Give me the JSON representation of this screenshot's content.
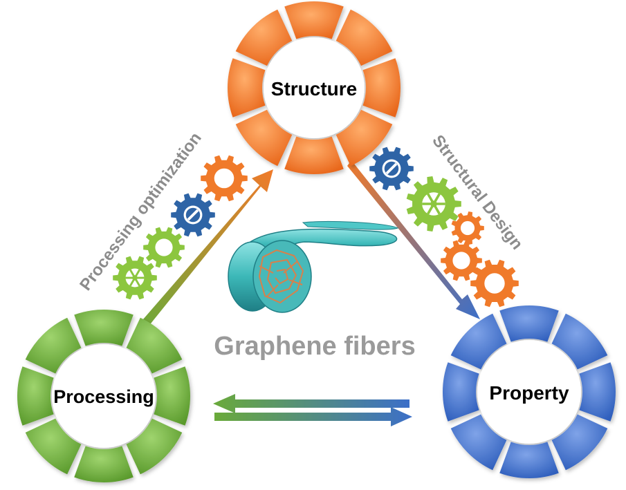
{
  "nodes": {
    "structure": {
      "label": "Structure",
      "color": "#f07a2a"
    },
    "processing": {
      "label": "Processing",
      "color": "#6aaa3a"
    },
    "property": {
      "label": "Property",
      "color": "#3c6fc8"
    }
  },
  "edges": {
    "left_label": "Processing optimization",
    "right_label": "Structural  Design"
  },
  "center": {
    "label": "Graphene fibers",
    "fiber_color": "#3cb8b8",
    "core_color": "#d9804a"
  },
  "colors": {
    "orange": "#f07a2a",
    "green": "#6aaa3a",
    "blue": "#3c6fc8",
    "dark_blue_gear": "#2e64a6",
    "light_green_gear": "#8cc63f"
  }
}
